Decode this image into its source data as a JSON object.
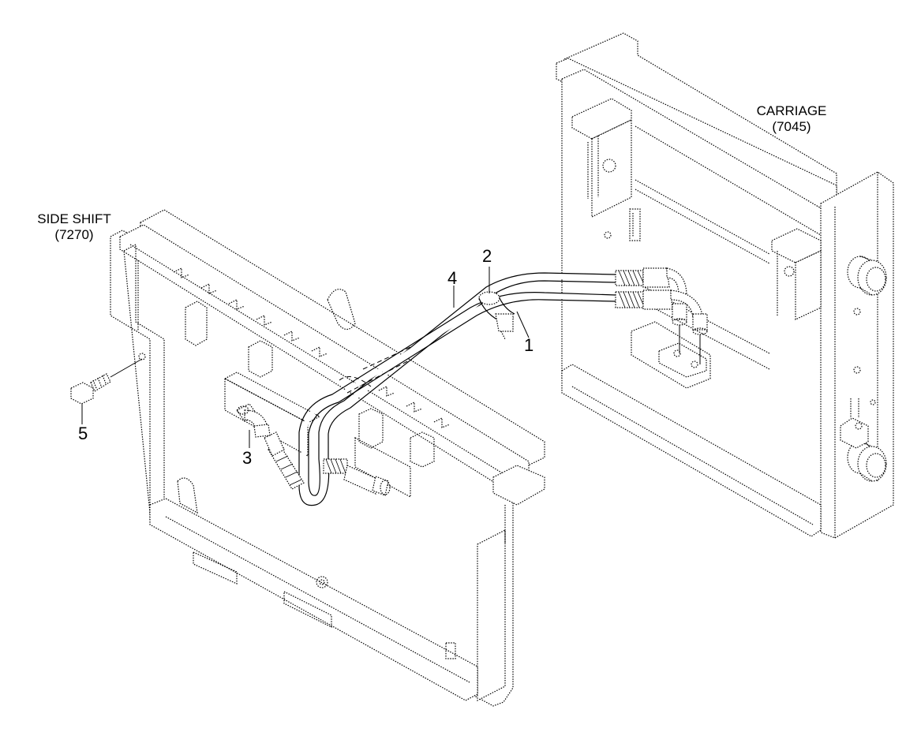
{
  "assemblies": {
    "carriage": {
      "name": "CARRIAGE",
      "code": "(7045)"
    },
    "side_shift": {
      "name": "SIDE SHIFT",
      "code": "(7270)"
    }
  },
  "callouts": {
    "c1": "1",
    "c2": "2",
    "c3": "3",
    "c4": "4",
    "c5": "5"
  }
}
